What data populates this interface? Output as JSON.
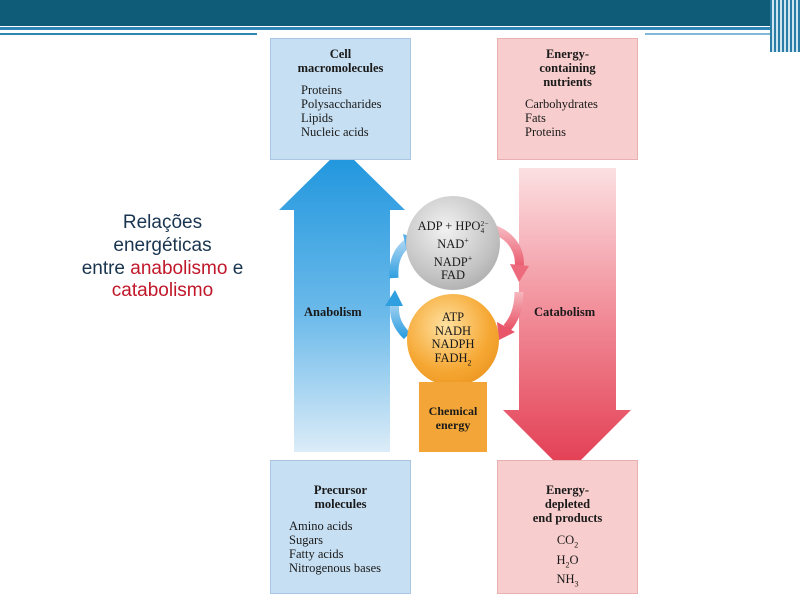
{
  "slide": {
    "title_line1": "Relações",
    "title_line2": "energéticas",
    "title_pre": "entre ",
    "title_anabolism": "anabolismo",
    "title_mid": " e",
    "title_catabolism": "catabolismo",
    "colors": {
      "title": "#1a3550",
      "highlight": "#c0182a",
      "header": "#0f5c78"
    }
  },
  "diagram": {
    "cell_box": {
      "title": [
        "Cell",
        "macromolecules"
      ],
      "items": [
        "Proteins",
        "Polysaccharides",
        "Lipids",
        "Nucleic acids"
      ]
    },
    "nutrients_box": {
      "title": [
        "Energy-",
        "containing",
        "nutrients"
      ],
      "items": [
        "Carbohydrates",
        "Fats",
        "Proteins"
      ]
    },
    "precursor_box": {
      "title": [
        "Precursor",
        "molecules"
      ],
      "items": [
        "Amino acids",
        "Sugars",
        "Fatty acids",
        "Nitrogenous bases"
      ]
    },
    "products_box": {
      "title": [
        "Energy-",
        "depleted",
        "end products"
      ]
    },
    "low_energy": {
      "adp": "ADP + HPO",
      "hpo_sup": "2−",
      "hpo_sub": "4",
      "nad": "NAD",
      "nadp": "NADP",
      "plus": "+",
      "fad": "FAD"
    },
    "high_energy": {
      "atp": "ATP",
      "nadh": "NADH",
      "nadph": "NADPH",
      "fadh": "FADH",
      "fadh_sub": "2"
    },
    "chemical_energy": [
      "Chemical",
      "energy"
    ],
    "anabolism_label": "Anabolism",
    "catabolism_label": "Catabolism",
    "end_products": {
      "co": "CO",
      "co_sub": "2",
      "h": "H",
      "h_sub": "2",
      "o": "O",
      "nh": "NH",
      "nh_sub": "3"
    },
    "colors": {
      "blue_box": "#c6dff2",
      "pink_box": "#f8cdcd",
      "anabolism_arrow": "#2f9fe0",
      "catabolism_arrow": "#e84a5f",
      "chemical_energy": "#f3a637"
    }
  }
}
